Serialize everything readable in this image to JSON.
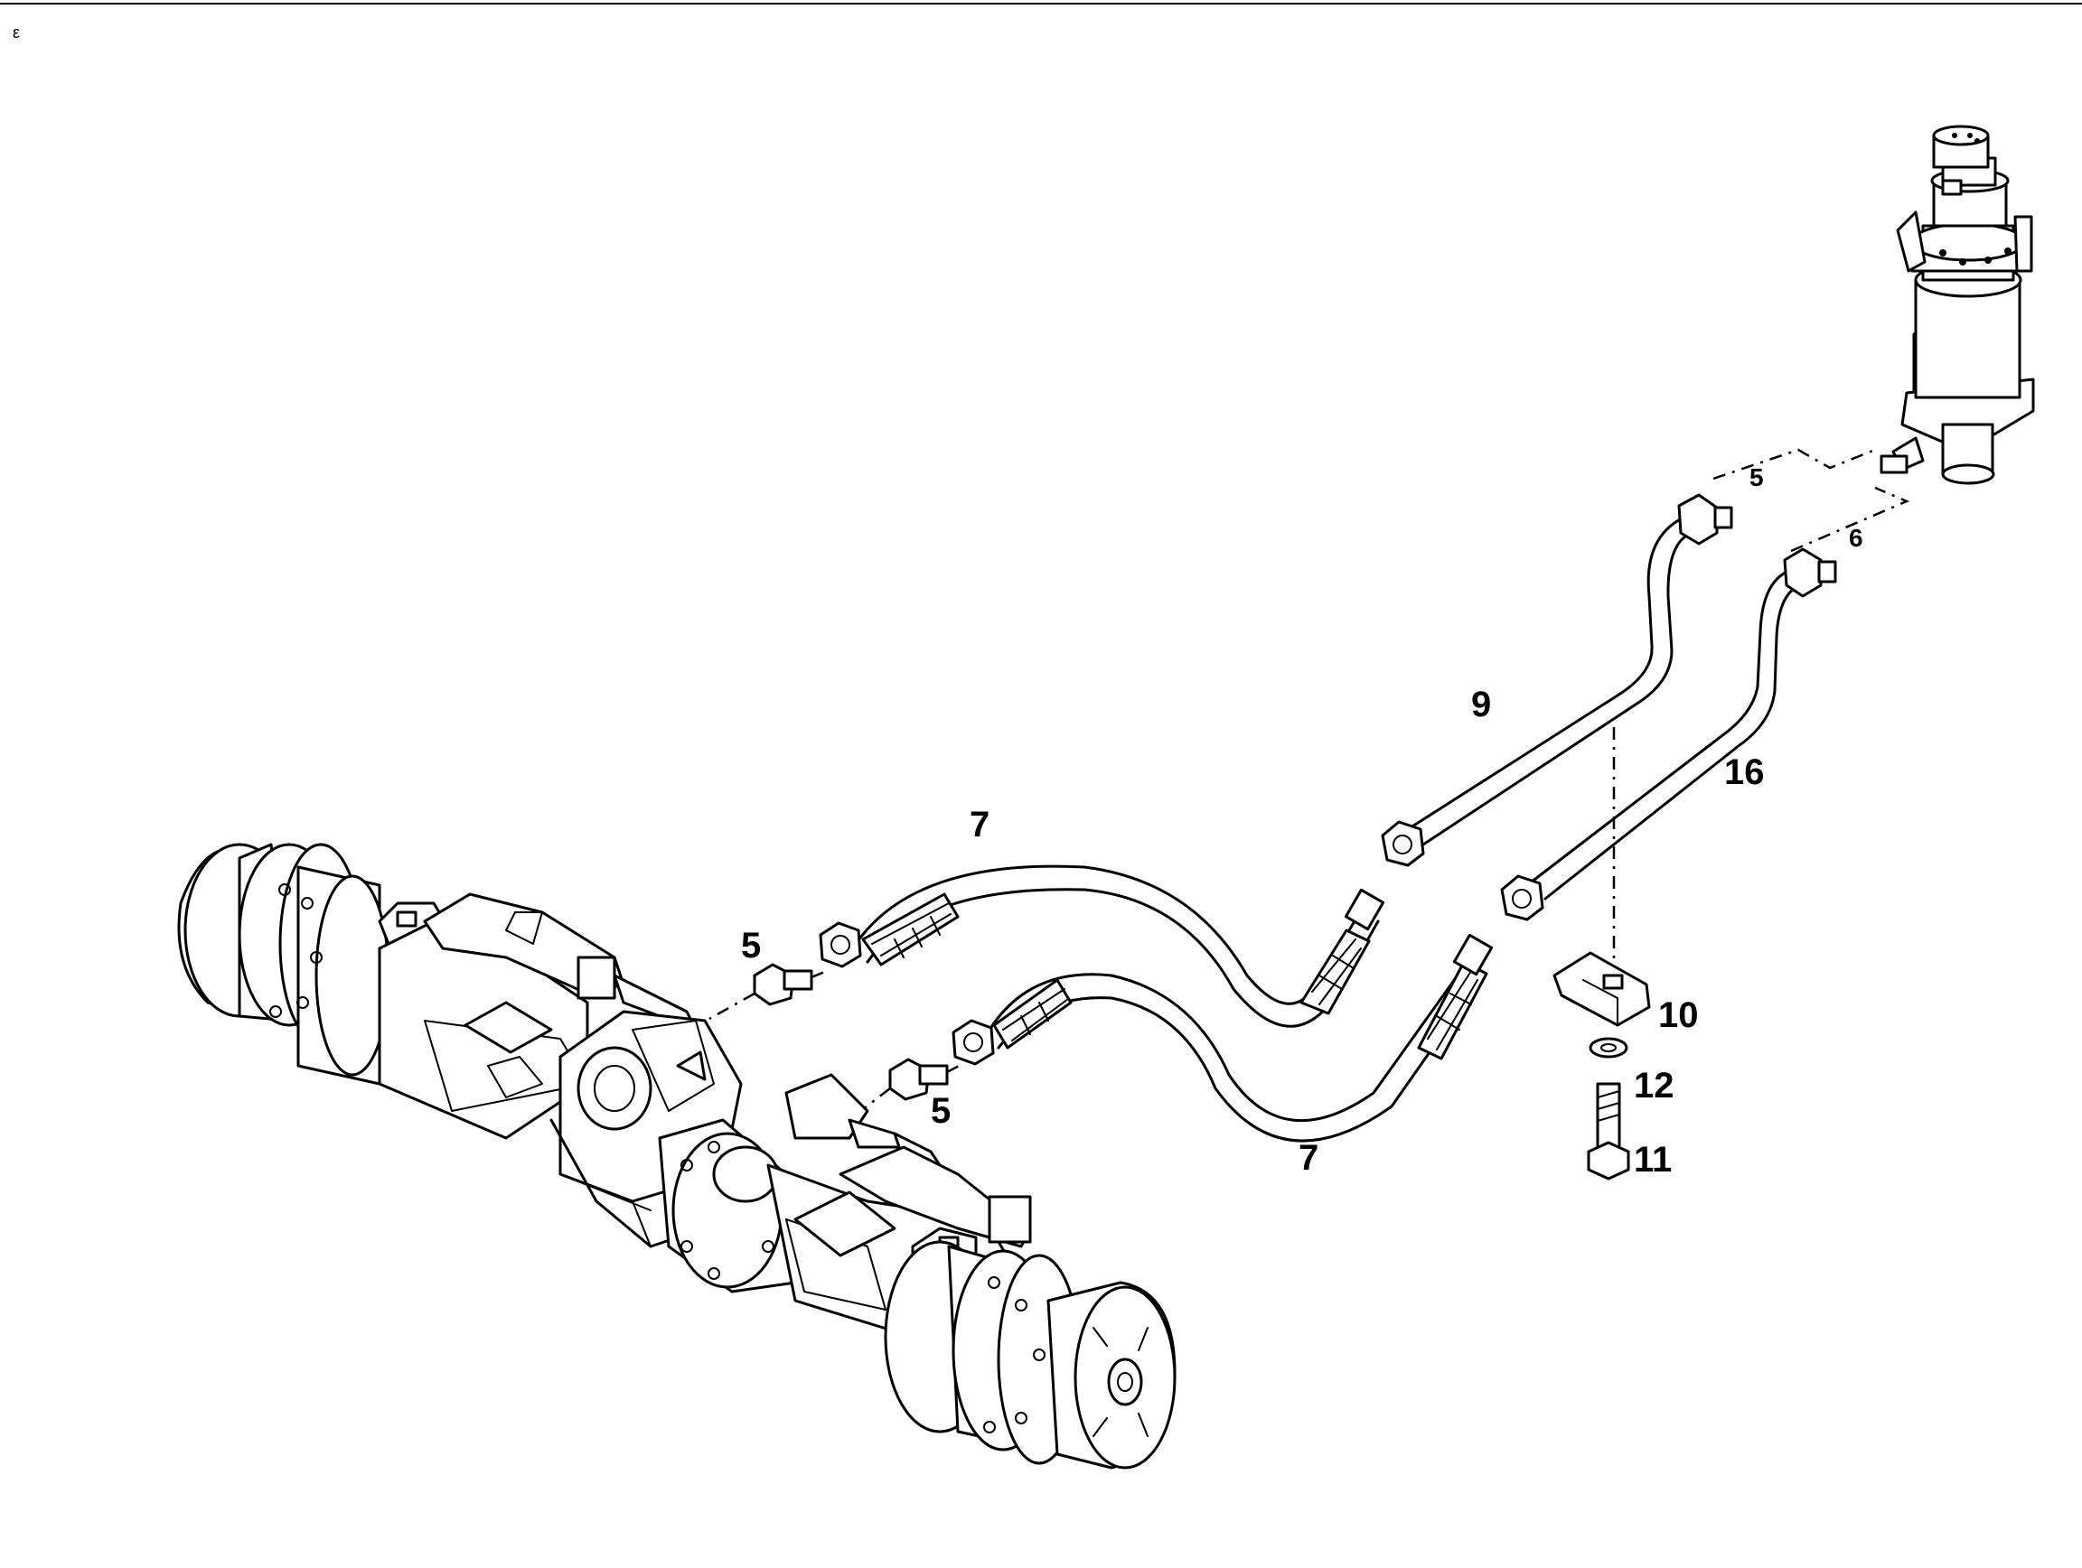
{
  "callouts": {
    "c5_upper": "5",
    "c6": "6",
    "c9": "9",
    "c16": "16",
    "c7_upper": "7",
    "c5_left": "5",
    "c5_lower": "5",
    "c7_lower": "7",
    "c10": "10",
    "c12": "12",
    "c11": "11"
  }
}
